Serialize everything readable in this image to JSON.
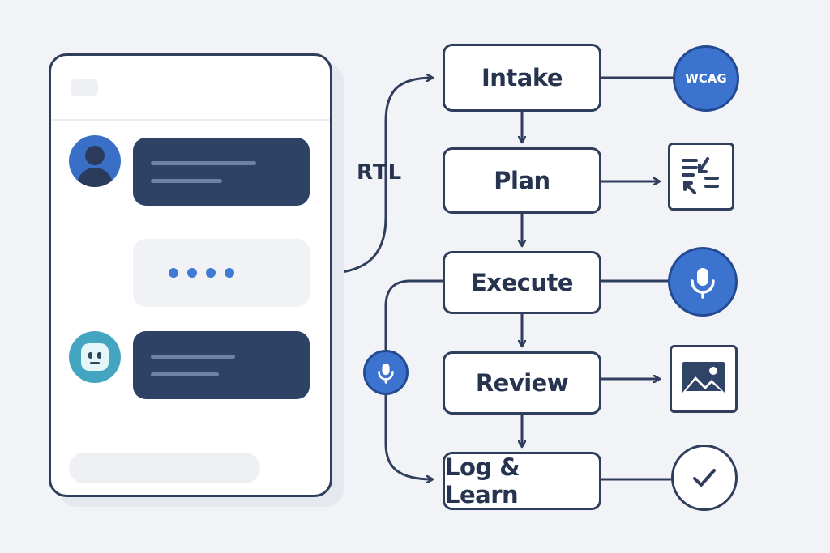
{
  "nodes": {
    "intake": "Intake",
    "plan": "Plan",
    "execute": "Execute",
    "review": "Review",
    "log_learn": "Log & Learn"
  },
  "labels": {
    "rtl": "RTL",
    "wcag": "WCAG"
  },
  "icons": {
    "wcag_badge": "wcag-badge-icon",
    "plan": "text-direction-icon",
    "execute": "microphone-icon",
    "left_branch": "microphone-icon",
    "review": "image-icon",
    "log_learn": "checkmark-icon",
    "user_avatar": "user-avatar-icon",
    "bot_avatar": "robot-face-icon"
  },
  "colors": {
    "accent_blue": "#3c73cf",
    "navy": "#2f3e5c",
    "bubble_dark": "#2e4265",
    "bot_teal": "#43a5bf",
    "background": "#f2f3f7"
  }
}
